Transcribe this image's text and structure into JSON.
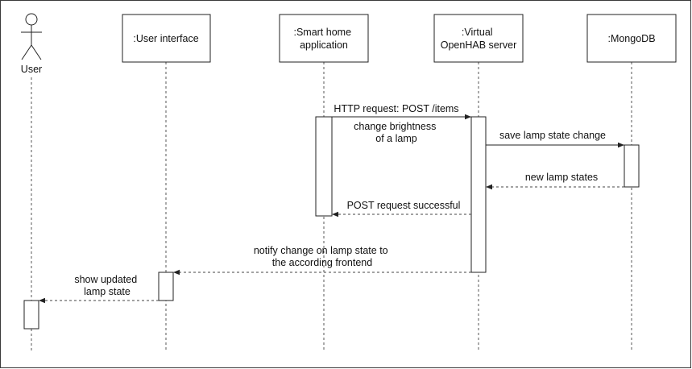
{
  "participants": {
    "user": "User",
    "ui": ":User interface",
    "app": [
      ":Smart home",
      "application"
    ],
    "server": [
      ":Virtual",
      "OpenHAB server"
    ],
    "db": ":MongoDB"
  },
  "messages": {
    "m1": [
      "HTTP request: POST /items"
    ],
    "m1_note": [
      "change brightness",
      "of a lamp"
    ],
    "m2": [
      "save lamp state change"
    ],
    "m3": [
      "new lamp states"
    ],
    "m4": [
      "POST request successful"
    ],
    "m5": [
      "notify change on lamp state to",
      "the according frontend"
    ],
    "m6": [
      "show updated",
      "lamp state"
    ]
  },
  "colors": {
    "line": "#222222",
    "background": "#ffffff"
  }
}
